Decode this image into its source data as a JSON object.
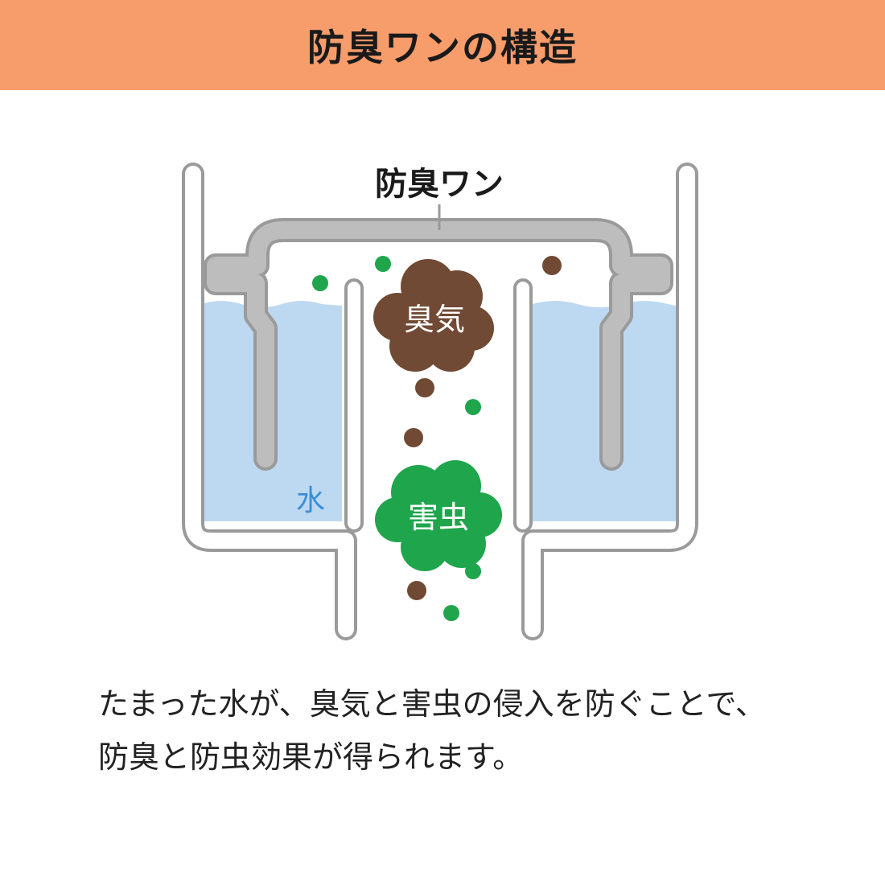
{
  "header": {
    "title": "防臭ワンの構造"
  },
  "diagram": {
    "trap_label": "防臭ワン",
    "odor_label": "臭気",
    "pest_label": "害虫",
    "water_label": "水"
  },
  "caption": {
    "line1": "たまった水が、臭気と害虫の侵入を防ぐことで、",
    "line2": "防臭と防虫効果が得られます。"
  },
  "colors": {
    "header_bg": "#f79c6b",
    "water": "#bcd9f1",
    "pipe_outline": "#9a9a9a",
    "trap_fill": "#bdbdbd",
    "odor": "#704a35",
    "pest": "#1fa64d",
    "water_text": "#3a8ed8"
  }
}
